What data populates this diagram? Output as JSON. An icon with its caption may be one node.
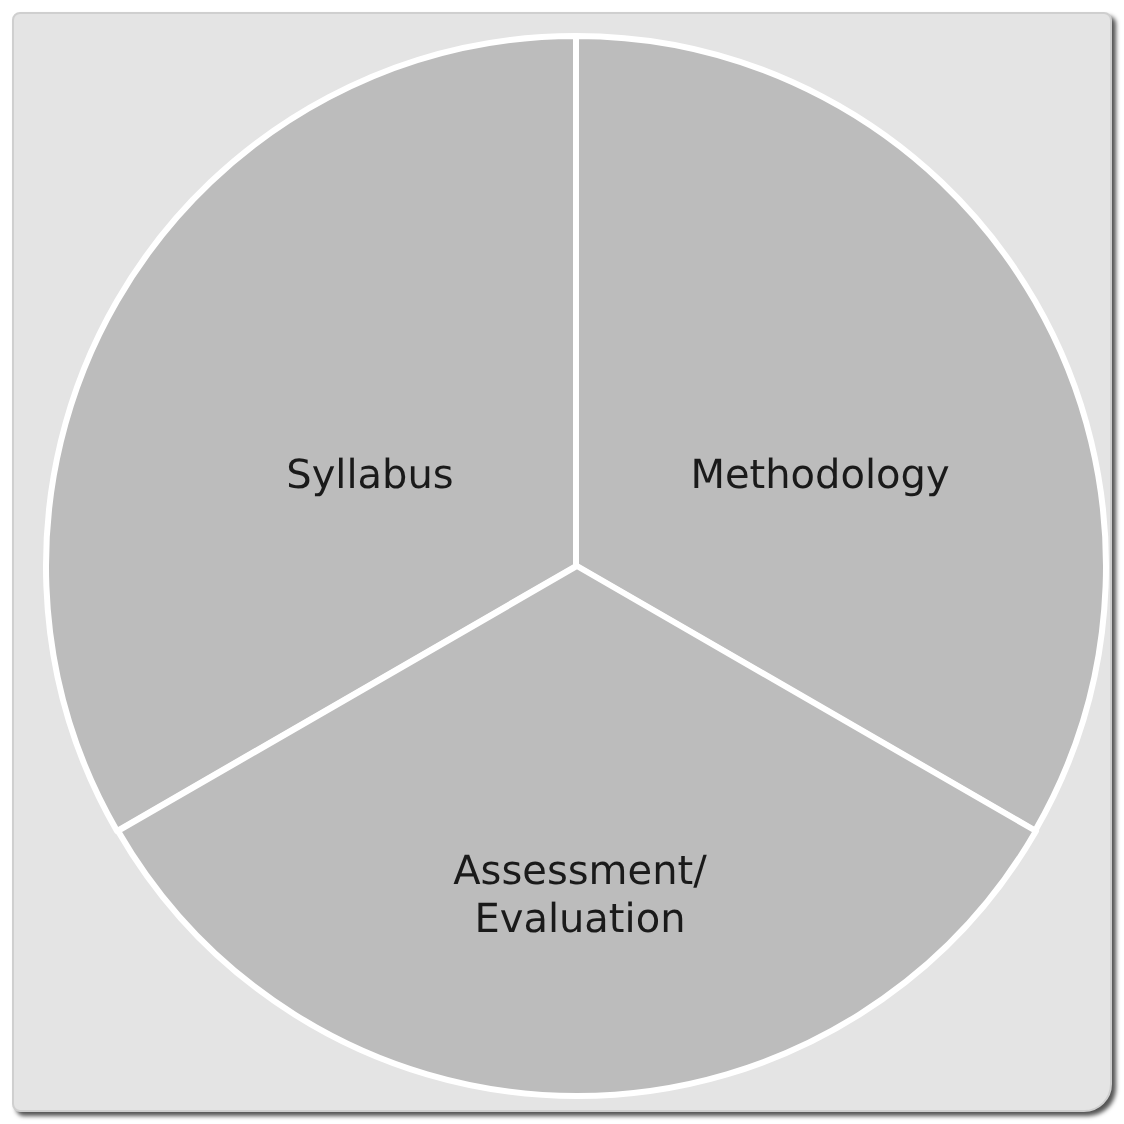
{
  "diagram": {
    "nodes": [
      {
        "text": [
          "Syllabus"
        ]
      },
      {
        "text": [
          "Methodology"
        ]
      },
      {
        "text": [
          "Assessment/ Evaluation"
        ]
      }
    ]
  }
}
